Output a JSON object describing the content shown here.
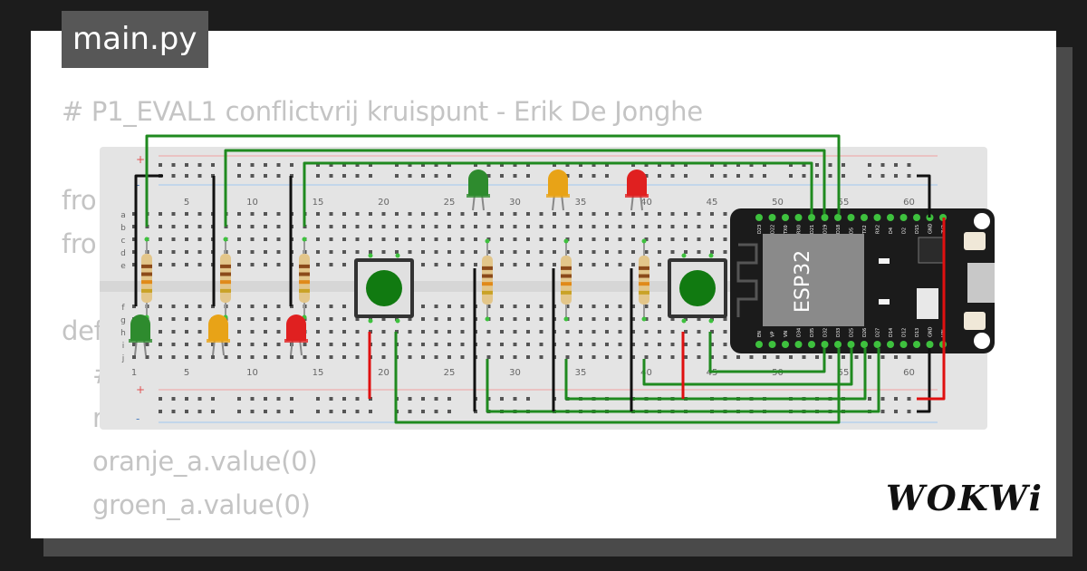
{
  "tab": {
    "filename": "main.py"
  },
  "code_lines": [
    "# P1_EVAL1 conflictvrij kruispunt - Erik De Jonghe",
    "fro",
    "fro",
    "def",
    "#",
    "r",
    "oranje_a.value(0)",
    "groen_a.value(0)"
  ],
  "breadboard": {
    "top_column_numbers": [
      "5",
      "10",
      "15",
      "20",
      "25",
      "30",
      "35",
      "40",
      "45",
      "50",
      "55",
      "60"
    ],
    "bottom_column_numbers": [
      "1",
      "5",
      "10",
      "15",
      "20",
      "25",
      "30",
      "35",
      "40",
      "45",
      "50",
      "55",
      "60"
    ],
    "row_letters_top": [
      "a",
      "b",
      "c",
      "d",
      "e"
    ],
    "row_letters_bottom": [
      "f",
      "g",
      "h",
      "i",
      "j"
    ],
    "rail_plus": "+",
    "rail_minus": "-"
  },
  "esp32": {
    "label": "ESP32",
    "top_pins": [
      "D23",
      "D22",
      "TX0",
      "RX0",
      "D21",
      "D19",
      "D18",
      "D5",
      "TX2",
      "RX2",
      "D4",
      "D2",
      "D15",
      "GND",
      "3V3"
    ],
    "bottom_pins": [
      "EN",
      "VP",
      "VN",
      "D34",
      "D35",
      "D32",
      "D33",
      "D25",
      "D26",
      "D27",
      "D14",
      "D12",
      "D13",
      "GND",
      "VIN"
    ]
  },
  "leds": [
    {
      "color": "green"
    },
    {
      "color": "orange"
    },
    {
      "color": "red"
    },
    {
      "color": "green"
    },
    {
      "color": "orange"
    },
    {
      "color": "red"
    }
  ],
  "colors": {
    "wire_green": "#1f8a1f",
    "wire_black": "#111111",
    "wire_red": "#e01010",
    "led_green": "#2e8b2e",
    "led_orange": "#e8a317",
    "led_red": "#e02020"
  },
  "logo": {
    "text": "WOKWi"
  }
}
